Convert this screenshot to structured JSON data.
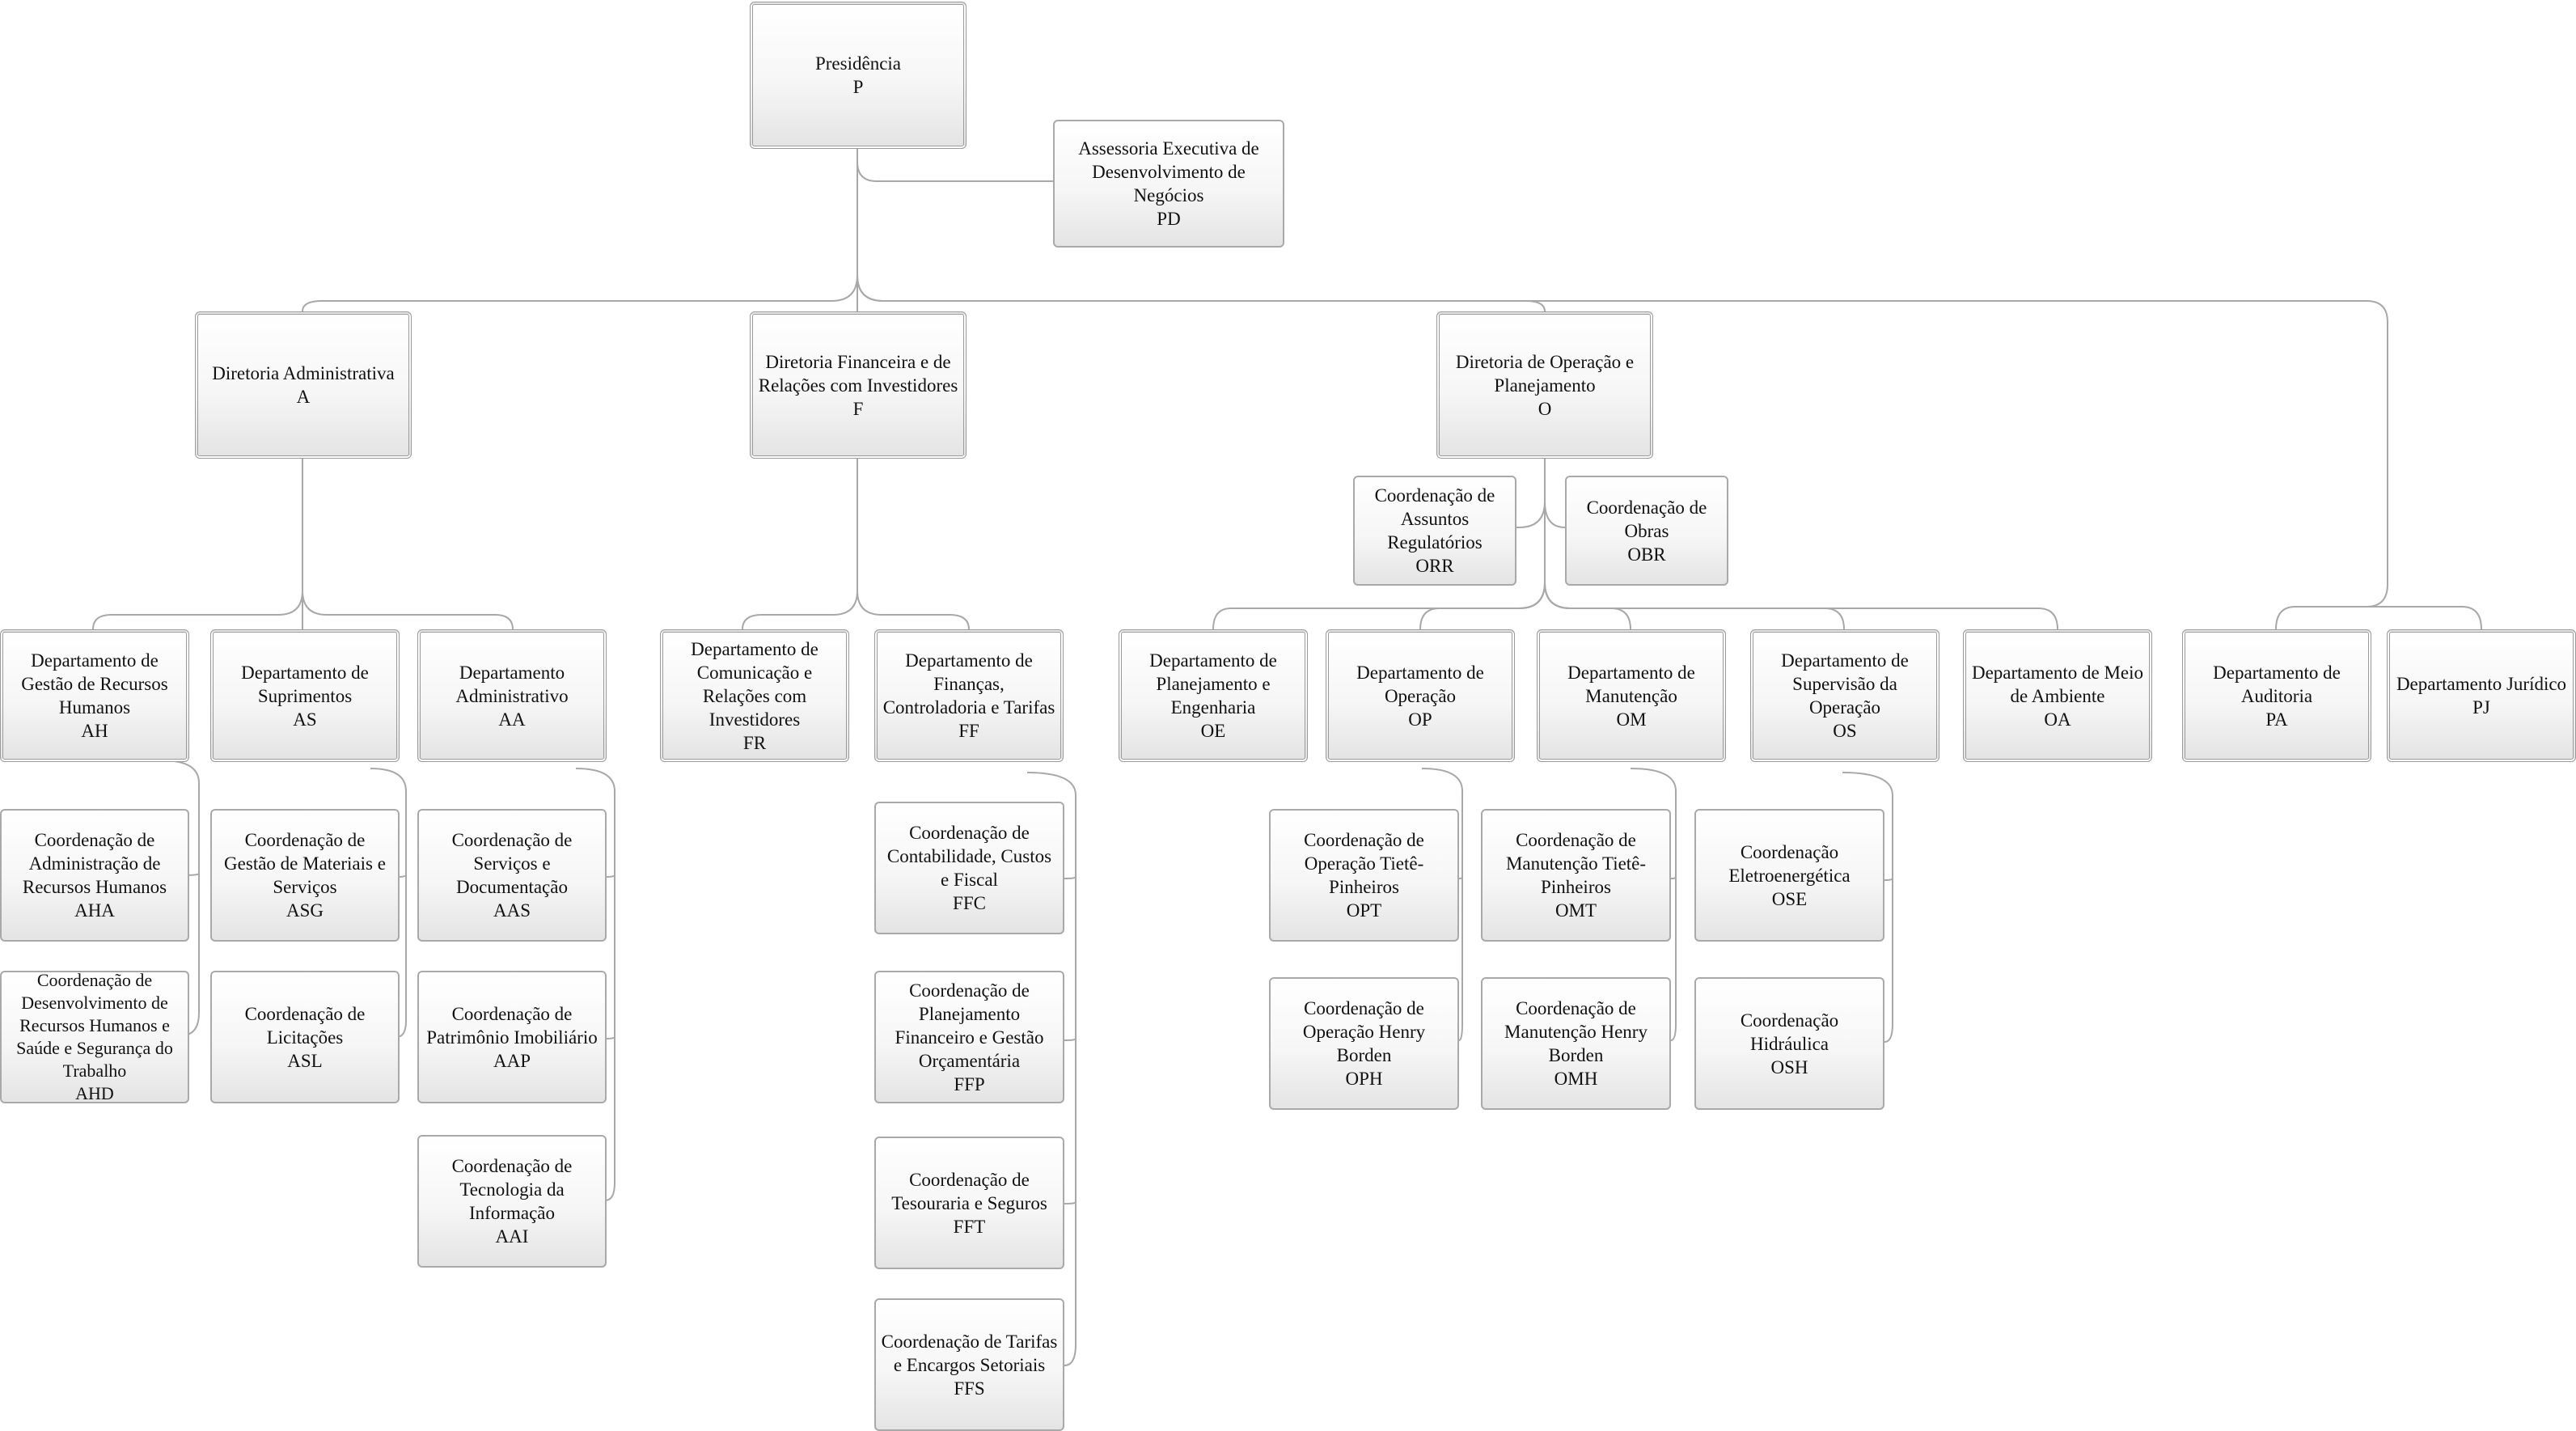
{
  "nodes": {
    "P": {
      "name": "Presidência",
      "code": "P"
    },
    "PD": {
      "name": "Assessoria Executiva de Desenvolvimento de Negócios",
      "code": "PD"
    },
    "A": {
      "name": "Diretoria Administrativa",
      "code": "A"
    },
    "F": {
      "name": "Diretoria Financeira e de Relações com Investidores",
      "code": "F"
    },
    "O": {
      "name": "Diretoria de Operação e Planejamento",
      "code": "O"
    },
    "ORR": {
      "name": "Coordenação de Assuntos Regulatórios",
      "code": "ORR"
    },
    "OBR": {
      "name": "Coordenação de Obras",
      "code": "OBR"
    },
    "AH": {
      "name": "Departamento de Gestão de Recursos Humanos",
      "code": "AH"
    },
    "AS": {
      "name": "Departamento de Suprimentos",
      "code": "AS"
    },
    "AA": {
      "name": "Departamento Administrativo",
      "code": "AA"
    },
    "FR": {
      "name": "Departamento de Comunicação e Relações com Investidores",
      "code": "FR"
    },
    "FF": {
      "name": "Departamento de Finanças, Controladoria e Tarifas",
      "code": "FF"
    },
    "OE": {
      "name": "Departamento de Planejamento e Engenharia",
      "code": "OE"
    },
    "OP": {
      "name": "Departamento de Operação",
      "code": "OP"
    },
    "OM": {
      "name": "Departamento de Manutenção",
      "code": "OM"
    },
    "OS": {
      "name": "Departamento de Supervisão da Operação",
      "code": "OS"
    },
    "OA": {
      "name": "Departamento de Meio de Ambiente",
      "code": "OA"
    },
    "PA": {
      "name": "Departamento de Auditoria",
      "code": "PA"
    },
    "PJ": {
      "name": "Departamento Jurídico",
      "code": "PJ"
    },
    "AHA": {
      "name": "Coordenação de Administração de Recursos Humanos",
      "code": "AHA"
    },
    "AHD": {
      "name": "Coordenação de Desenvolvimento de Recursos Humanos e Saúde e Segurança do Trabalho",
      "code": "AHD"
    },
    "ASG": {
      "name": "Coordenação de Gestão de Materiais e Serviços",
      "code": "ASG"
    },
    "ASL": {
      "name": "Coordenação de Licitações",
      "code": "ASL"
    },
    "AAS": {
      "name": "Coordenação de Serviços e Documentação",
      "code": "AAS"
    },
    "AAP": {
      "name": "Coordenação de Patrimônio Imobiliário",
      "code": "AAP"
    },
    "AAI": {
      "name": "Coordenação de Tecnologia da Informação",
      "code": "AAI"
    },
    "FFC": {
      "name": "Coordenação de Contabilidade, Custos e Fiscal",
      "code": "FFC"
    },
    "FFP": {
      "name": "Coordenação de Planejamento Financeiro e Gestão Orçamentária",
      "code": "FFP"
    },
    "FFT": {
      "name": "Coordenação de Tesouraria e Seguros",
      "code": "FFT"
    },
    "FFS": {
      "name": "Coordenação de Tarifas e Encargos Setoriais",
      "code": "FFS"
    },
    "OPT": {
      "name": "Coordenação de Operação Tietê-Pinheiros",
      "code": "OPT"
    },
    "OPH": {
      "name": "Coordenação de Operação Henry Borden",
      "code": "OPH"
    },
    "OMT": {
      "name": "Coordenação de Manutenção Tietê-Pinheiros",
      "code": "OMT"
    },
    "OMH": {
      "name": "Coordenação de Manutenção Henry Borden",
      "code": "OMH"
    },
    "OSE": {
      "name": "Coordenação Eletroenergética",
      "code": "OSE"
    },
    "OSH": {
      "name": "Coordenação Hidráulica",
      "code": "OSH"
    }
  }
}
